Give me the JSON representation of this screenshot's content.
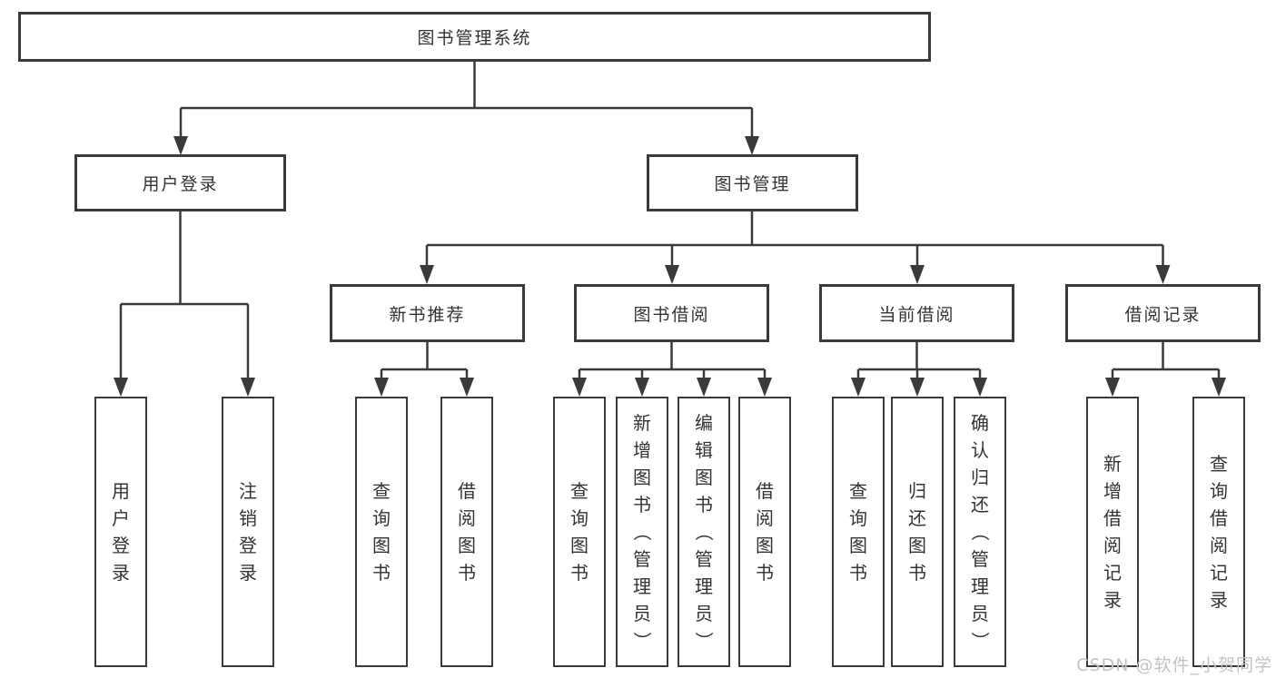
{
  "colors": {
    "line": "#3a3a3a",
    "text": "#333333",
    "watermark_text": "#c3c3c3",
    "background": "#ffffff"
  },
  "tree": {
    "label": "图书管理系统",
    "children": [
      {
        "label": "用户登录",
        "children": [
          {
            "label": "用户登录"
          },
          {
            "label": "注销登录"
          }
        ]
      },
      {
        "label": "图书管理",
        "children": [
          {
            "label": "新书推荐",
            "children": [
              {
                "label": "查询图书"
              },
              {
                "label": "借阅图书"
              }
            ]
          },
          {
            "label": "图书借阅",
            "children": [
              {
                "label": "查询图书"
              },
              {
                "label": "新增图书（管理员）"
              },
              {
                "label": "编辑图书（管理员）"
              },
              {
                "label": "借阅图书"
              }
            ]
          },
          {
            "label": "当前借阅",
            "children": [
              {
                "label": "查询图书"
              },
              {
                "label": "归还图书"
              },
              {
                "label": "确认归还（管理员）"
              }
            ]
          },
          {
            "label": "借阅记录",
            "children": [
              {
                "label": "新增借阅记录"
              },
              {
                "label": "查询借阅记录"
              }
            ]
          }
        ]
      }
    ]
  },
  "watermark": {
    "text": "CSDN @软件_小贺同学"
  }
}
